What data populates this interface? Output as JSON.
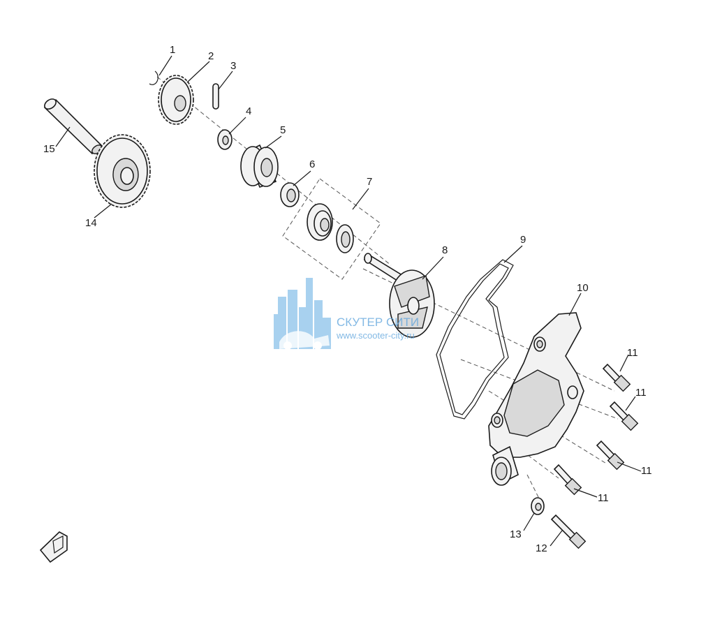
{
  "labels": {
    "p1": "1",
    "p2": "2",
    "p3": "3",
    "p4": "4",
    "p5": "5",
    "p6": "6",
    "p7": "7",
    "p8": "8",
    "p9": "9",
    "p10": "10",
    "p11a": "11",
    "p11b": "11",
    "p11c": "11",
    "p11d": "11",
    "p12": "12",
    "p13": "13",
    "p14": "14",
    "p15": "15"
  },
  "watermark": {
    "title": "СКУТЕР СИТИ",
    "url": "www.scooter-city.ru"
  },
  "colors": {
    "line": "#1a1a1a",
    "watermark": "#5aa2dc"
  },
  "icons": {
    "fwd": "forward-arrow-icon"
  }
}
